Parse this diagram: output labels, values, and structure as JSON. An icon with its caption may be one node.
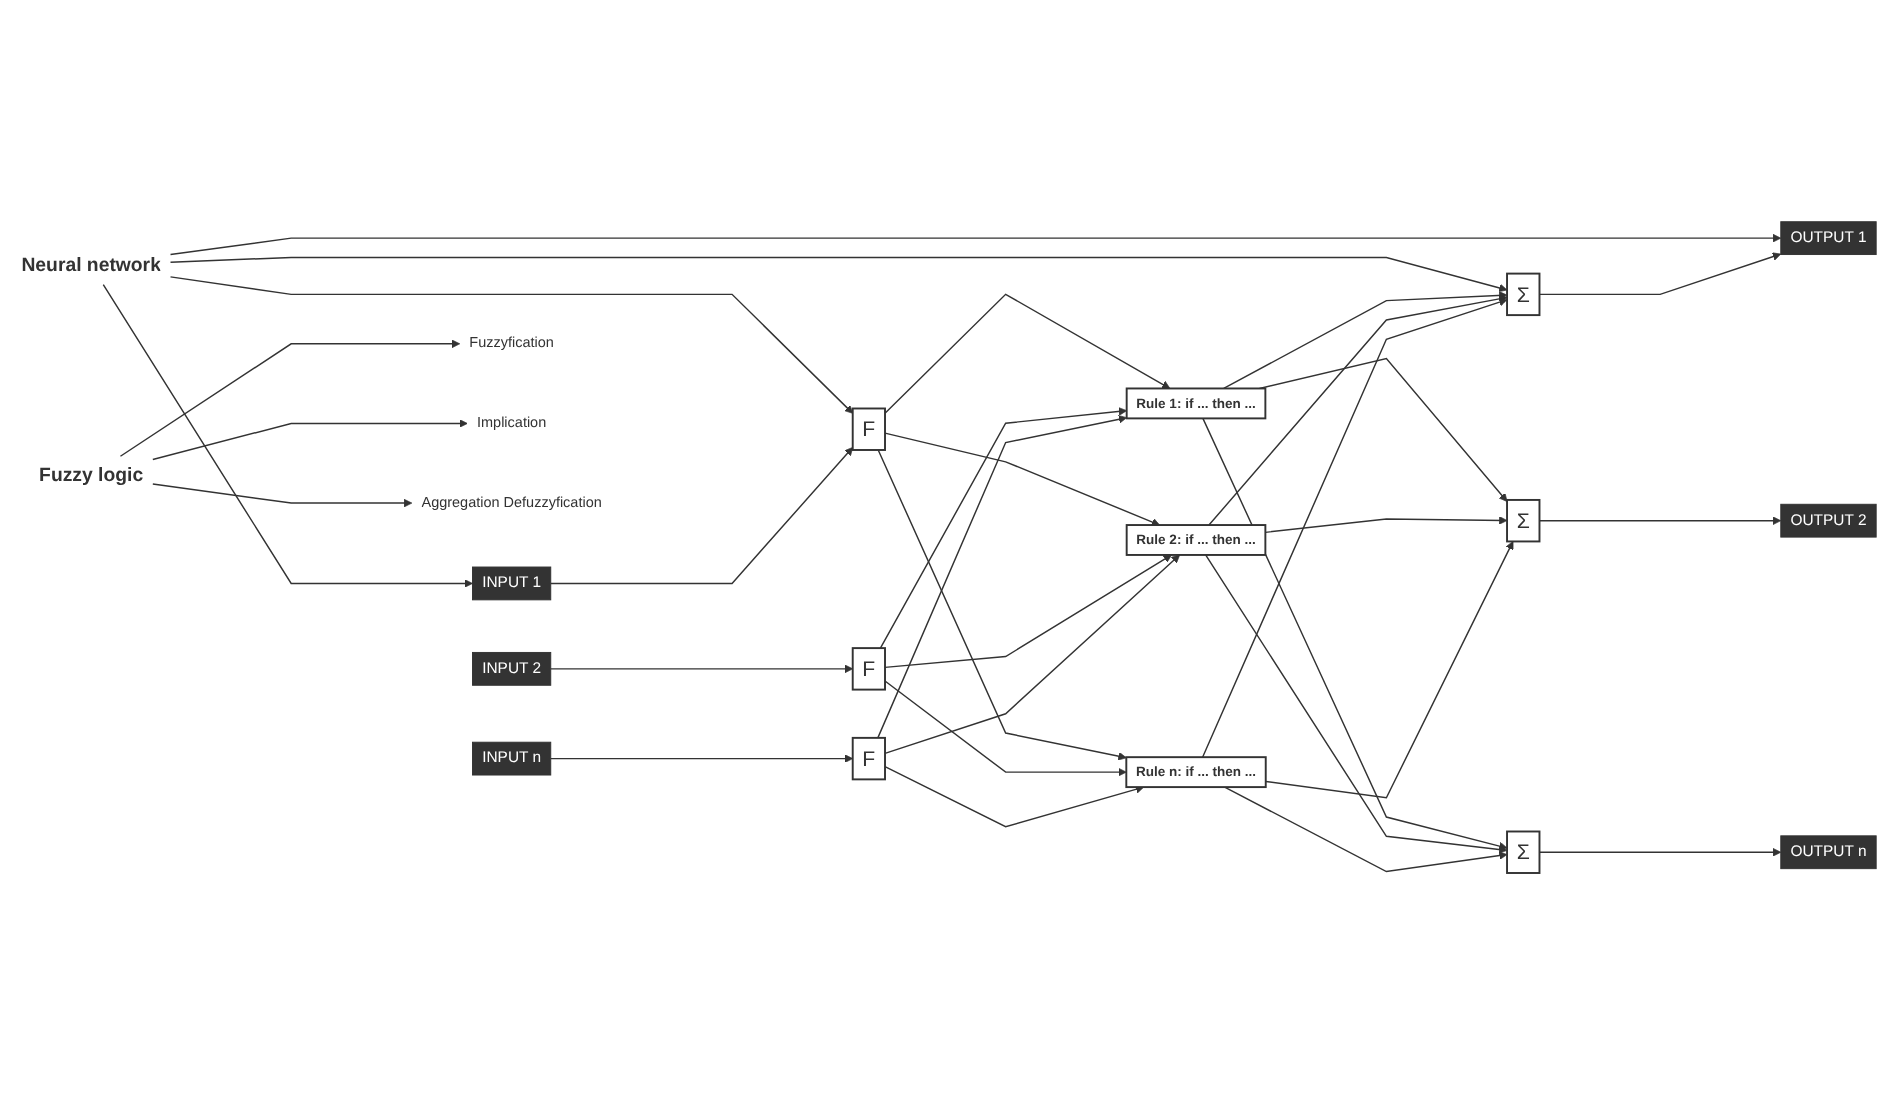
{
  "diagram": {
    "nodes": [
      {
        "text": [
          "Neural network"
        ]
      },
      {
        "text": [
          "INPUT 1"
        ]
      },
      {
        "text": [
          "F"
        ]
      },
      {
        "text": [
          "Rule 1: if ... then ..."
        ]
      },
      {
        "text": [
          "Σ"
        ]
      },
      {
        "text": [
          "OUTPUT 1"
        ]
      },
      {
        "text": [
          "INPUT 2"
        ]
      },
      {
        "text": [
          "F"
        ]
      },
      {
        "text": [
          "Rule 2: if ... then ..."
        ]
      },
      {
        "text": [
          "Σ"
        ]
      },
      {
        "text": [
          "OUTPUT 2"
        ]
      },
      {
        "text": [
          "INPUT n"
        ]
      },
      {
        "text": [
          "F"
        ]
      },
      {
        "text": [
          "Rule n: if ... then ..."
        ]
      },
      {
        "text": [
          "Σ"
        ]
      },
      {
        "text": [
          "OUTPUT n"
        ]
      },
      {
        "text": [
          "Fuzzyfication"
        ]
      },
      {
        "text": [
          "Implication"
        ]
      },
      {
        "text": [
          "Aggregation Defuzzyfication"
        ]
      },
      {
        "text": [
          "Fuzzy logic"
        ]
      }
    ],
    "edges": [
      {
        "from": 0,
        "to": 1,
        "arrow": "to"
      },
      {
        "from": 0,
        "to": 2,
        "arrow": "to"
      },
      {
        "from": 0,
        "to": 4,
        "arrow": "to"
      },
      {
        "from": 0,
        "to": 5,
        "arrow": "to"
      },
      {
        "from": 1,
        "to": 2,
        "arrow": "to"
      },
      {
        "from": 6,
        "to": 7,
        "arrow": "to"
      },
      {
        "from": 11,
        "to": 12,
        "arrow": "to"
      },
      {
        "from": 2,
        "to": 3,
        "arrow": "to"
      },
      {
        "from": 2,
        "to": 8,
        "arrow": "to"
      },
      {
        "from": 2,
        "to": 13,
        "arrow": "to"
      },
      {
        "from": 7,
        "to": 3,
        "arrow": "to"
      },
      {
        "from": 7,
        "to": 8,
        "arrow": "to"
      },
      {
        "from": 7,
        "to": 13,
        "arrow": "to"
      },
      {
        "from": 12,
        "to": 3,
        "arrow": "to"
      },
      {
        "from": 12,
        "to": 8,
        "arrow": "to"
      },
      {
        "from": 12,
        "to": 13,
        "arrow": "to"
      },
      {
        "from": 3,
        "to": 4,
        "arrow": "to"
      },
      {
        "from": 3,
        "to": 9,
        "arrow": "to"
      },
      {
        "from": 3,
        "to": 14,
        "arrow": "to"
      },
      {
        "from": 8,
        "to": 4,
        "arrow": "to"
      },
      {
        "from": 8,
        "to": 9,
        "arrow": "to"
      },
      {
        "from": 8,
        "to": 14,
        "arrow": "to"
      },
      {
        "from": 13,
        "to": 4,
        "arrow": "to"
      },
      {
        "from": 13,
        "to": 9,
        "arrow": "to"
      },
      {
        "from": 13,
        "to": 14,
        "arrow": "to"
      },
      {
        "from": 4,
        "to": 5,
        "arrow": "to"
      },
      {
        "from": 9,
        "to": 10,
        "arrow": "to"
      },
      {
        "from": 14,
        "to": 15,
        "arrow": "to"
      },
      {
        "from": 19,
        "to": 16,
        "arrow": "to"
      },
      {
        "from": 19,
        "to": 17,
        "arrow": "to"
      },
      {
        "from": 19,
        "to": 18,
        "arrow": "to"
      }
    ]
  }
}
